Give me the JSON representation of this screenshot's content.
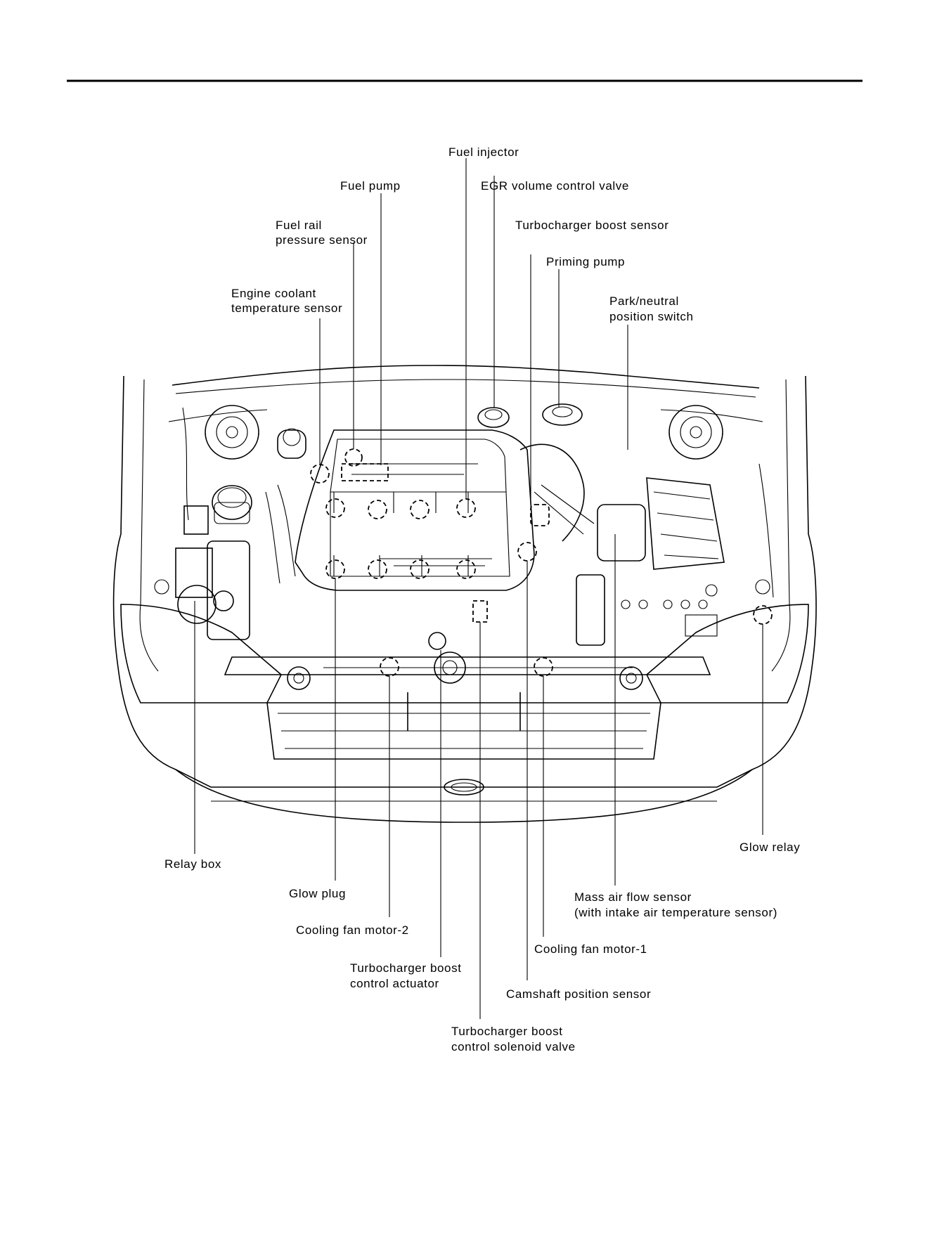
{
  "labels": {
    "fuel_injector": "Fuel injector",
    "fuel_pump": "Fuel pump",
    "egr_valve": "EGR volume control valve",
    "fuel_rail_sensor": [
      "Fuel rail",
      "pressure sensor"
    ],
    "turbo_boost_sensor": "Turbocharger boost sensor",
    "priming_pump": "Priming pump",
    "coolant_temp_sensor": [
      "Engine coolant",
      "temperature sensor"
    ],
    "park_neutral_switch": [
      "Park/neutral",
      "position switch"
    ],
    "relay_box": "Relay box",
    "glow_relay": "Glow relay",
    "glow_plug": "Glow plug",
    "mass_air_flow_sensor": [
      "Mass air flow sensor",
      "(with intake air temperature sensor)"
    ],
    "cooling_fan_motor_2": "Cooling fan motor-2",
    "cooling_fan_motor_1": "Cooling fan motor-1",
    "turbo_boost_actuator": [
      "Turbocharger boost",
      "control actuator"
    ],
    "camshaft_position_sensor": "Camshaft position sensor",
    "turbo_boost_solenoid": [
      "Turbocharger boost",
      "control solenoid valve"
    ]
  }
}
